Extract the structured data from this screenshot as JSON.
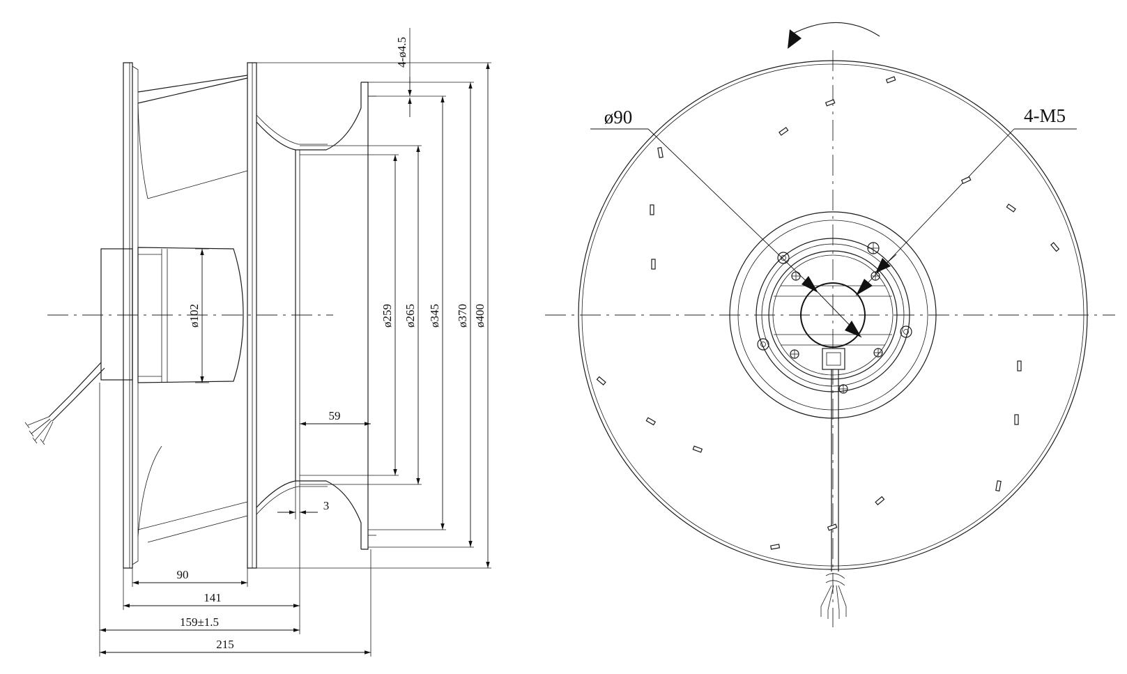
{
  "side_view": {
    "dims_horizontal": [
      "90",
      "141",
      "159±1.5",
      "215",
      "59",
      "3"
    ],
    "dims_vertical": [
      "ø102",
      "ø259",
      "ø265",
      "ø345",
      "ø370",
      "ø400"
    ],
    "hole_note": "4-ø4.5"
  },
  "front_view": {
    "label_hub": "ø90",
    "label_thread": "4-M5"
  }
}
